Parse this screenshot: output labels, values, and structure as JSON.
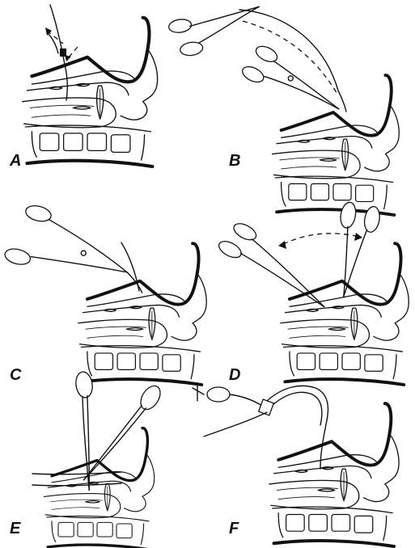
{
  "panels": [
    {
      "id": "A",
      "label": "A",
      "instrument": "needle-catheter"
    },
    {
      "id": "B",
      "label": "B",
      "instrument": "two-forceps"
    },
    {
      "id": "C",
      "label": "C",
      "instrument": "one-forceps"
    },
    {
      "id": "D",
      "label": "D",
      "instrument": "two-forceps-swap"
    },
    {
      "id": "E",
      "label": "E",
      "instrument": "crossed-forceps"
    },
    {
      "id": "F",
      "label": "F",
      "instrument": "tube-balloon"
    }
  ]
}
